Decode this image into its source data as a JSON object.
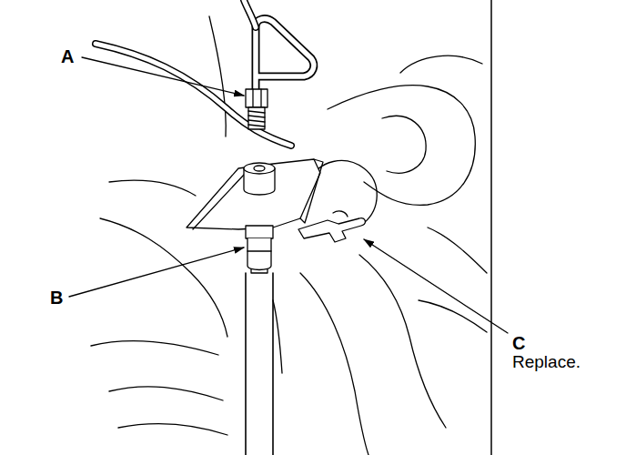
{
  "diagram": {
    "labels": [
      "A",
      "B",
      "C",
      "Replace."
    ]
  }
}
